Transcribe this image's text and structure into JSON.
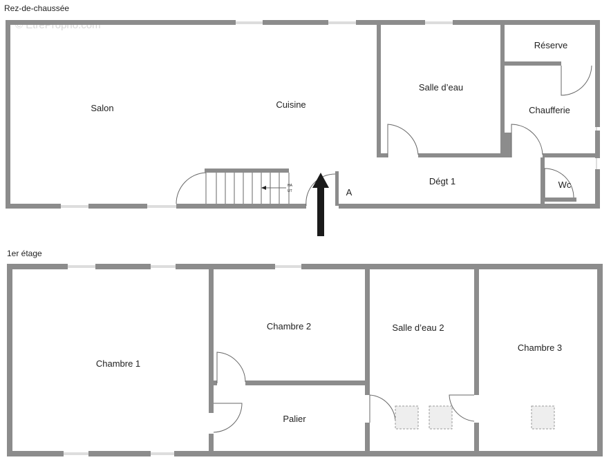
{
  "watermark": "© EtreProprio.com",
  "floors": {
    "ground": {
      "title": "Rez-de-chaussée",
      "rooms": {
        "salon": "Salon",
        "cuisine": "Cuisine",
        "salle_eau": "Salle d’eau",
        "reserve": "Réserve",
        "chaufferie": "Chaufferie",
        "degt": "Dégt 1",
        "wc": "Wc",
        "entrance_marker": "A"
      },
      "stair_labels": [
        "HA",
        "UT"
      ]
    },
    "first": {
      "title": "1er étage",
      "rooms": {
        "chambre1": "Chambre 1",
        "chambre2": "Chambre 2",
        "salle_eau2": "Salle d’eau 2",
        "chambre3": "Chambre 3",
        "palier": "Palier"
      }
    }
  },
  "colors": {
    "wall": "#8c8c8c",
    "text": "#222222",
    "arrow": "#1a1a1a"
  },
  "icons": {
    "entrance": "entrance-arrow-icon"
  }
}
